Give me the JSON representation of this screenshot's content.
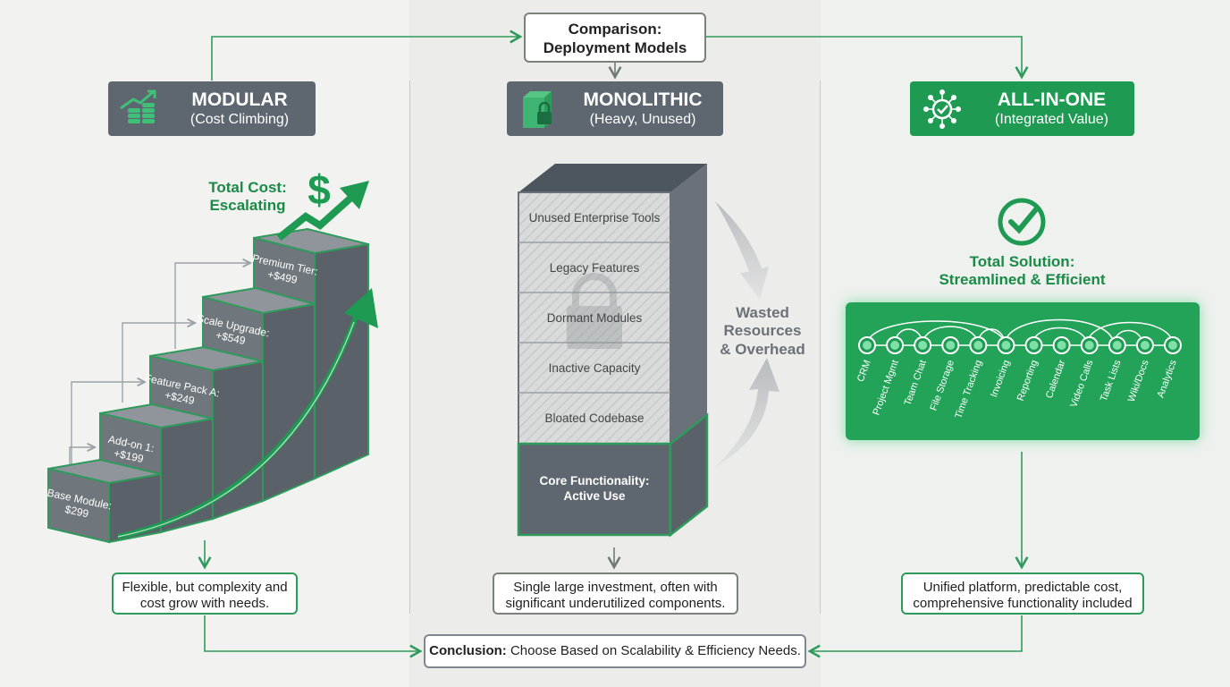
{
  "header": {
    "line1": "Comparison:",
    "line2": "Deployment Models"
  },
  "modular": {
    "title": "MODULAR",
    "subtitle": "(Cost Climbing)",
    "cost_title_line1": "Total Cost:",
    "cost_title_line2": "Escalating",
    "dollar": "$",
    "steps": [
      {
        "name": "Base Module:",
        "price": "$299"
      },
      {
        "name": "Add-on 1:",
        "price": "+$199"
      },
      {
        "name": "Feature Pack A:",
        "price": "+$249"
      },
      {
        "name": "Scale Upgrade:",
        "price": "+$549"
      },
      {
        "name": "Premium Tier:",
        "price": "+$499"
      }
    ],
    "note_line1": "Flexible, but complexity and",
    "note_line2": "cost grow with needs."
  },
  "monolithic": {
    "title": "MONOLITHIC",
    "subtitle": "(Heavy, Unused)",
    "layers": [
      "Unused Enterprise Tools",
      "Legacy Features",
      "Dormant Modules",
      "Inactive Capacity",
      "Bloated Codebase"
    ],
    "core_line1": "Core Functionality:",
    "core_line2": "Active Use",
    "waste_line1": "Wasted",
    "waste_line2": "Resources",
    "waste_line3": "& Overhead",
    "note_line1": "Single large investment, often with",
    "note_line2": "significant underutilized components."
  },
  "allinone": {
    "title": "ALL-IN-ONE",
    "subtitle": "(Integrated Value)",
    "solution_line1": "Total Solution:",
    "solution_line2": "Streamlined & Efficient",
    "features": [
      "CRM",
      "Project Mgmt",
      "Team Chat",
      "File Storage",
      "Time Tracking",
      "Invoicing",
      "Reporting",
      "Calendar",
      "Video Calls",
      "Task Lists",
      "Wiki/Docs",
      "Analytics"
    ],
    "note_line1": "Unified platform, predictable cost,",
    "note_line2": "comprehensive functionality included"
  },
  "conclusion": {
    "bold": "Conclusion:",
    "text": " Choose Based on Scalability & Efficiency Needs."
  },
  "colors": {
    "green": "#2e9a5b",
    "dark_green": "#1a8a47",
    "slate": "#5e6770",
    "gray_panel": "#6b7178"
  }
}
